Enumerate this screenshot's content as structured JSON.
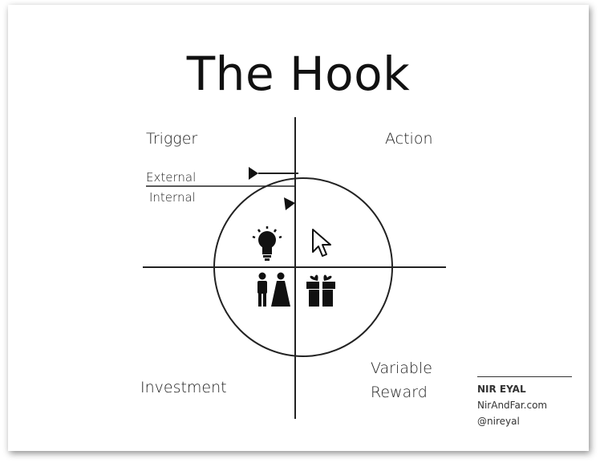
{
  "title": "The Hook",
  "phases": {
    "trigger": "Trigger",
    "action": "Action",
    "investment": "Investment",
    "variable_reward_line1": "Variable",
    "variable_reward_line2": "Reward"
  },
  "trigger_types": {
    "external": "External",
    "internal": "Internal"
  },
  "icons": {
    "trigger": "lightbulb-icon",
    "action": "cursor-icon",
    "investment": "couple-icon",
    "reward": "gift-icon"
  },
  "author": {
    "name": "NIR EYAL",
    "website": "NirAndFar.com",
    "handle": "@nireyal"
  }
}
